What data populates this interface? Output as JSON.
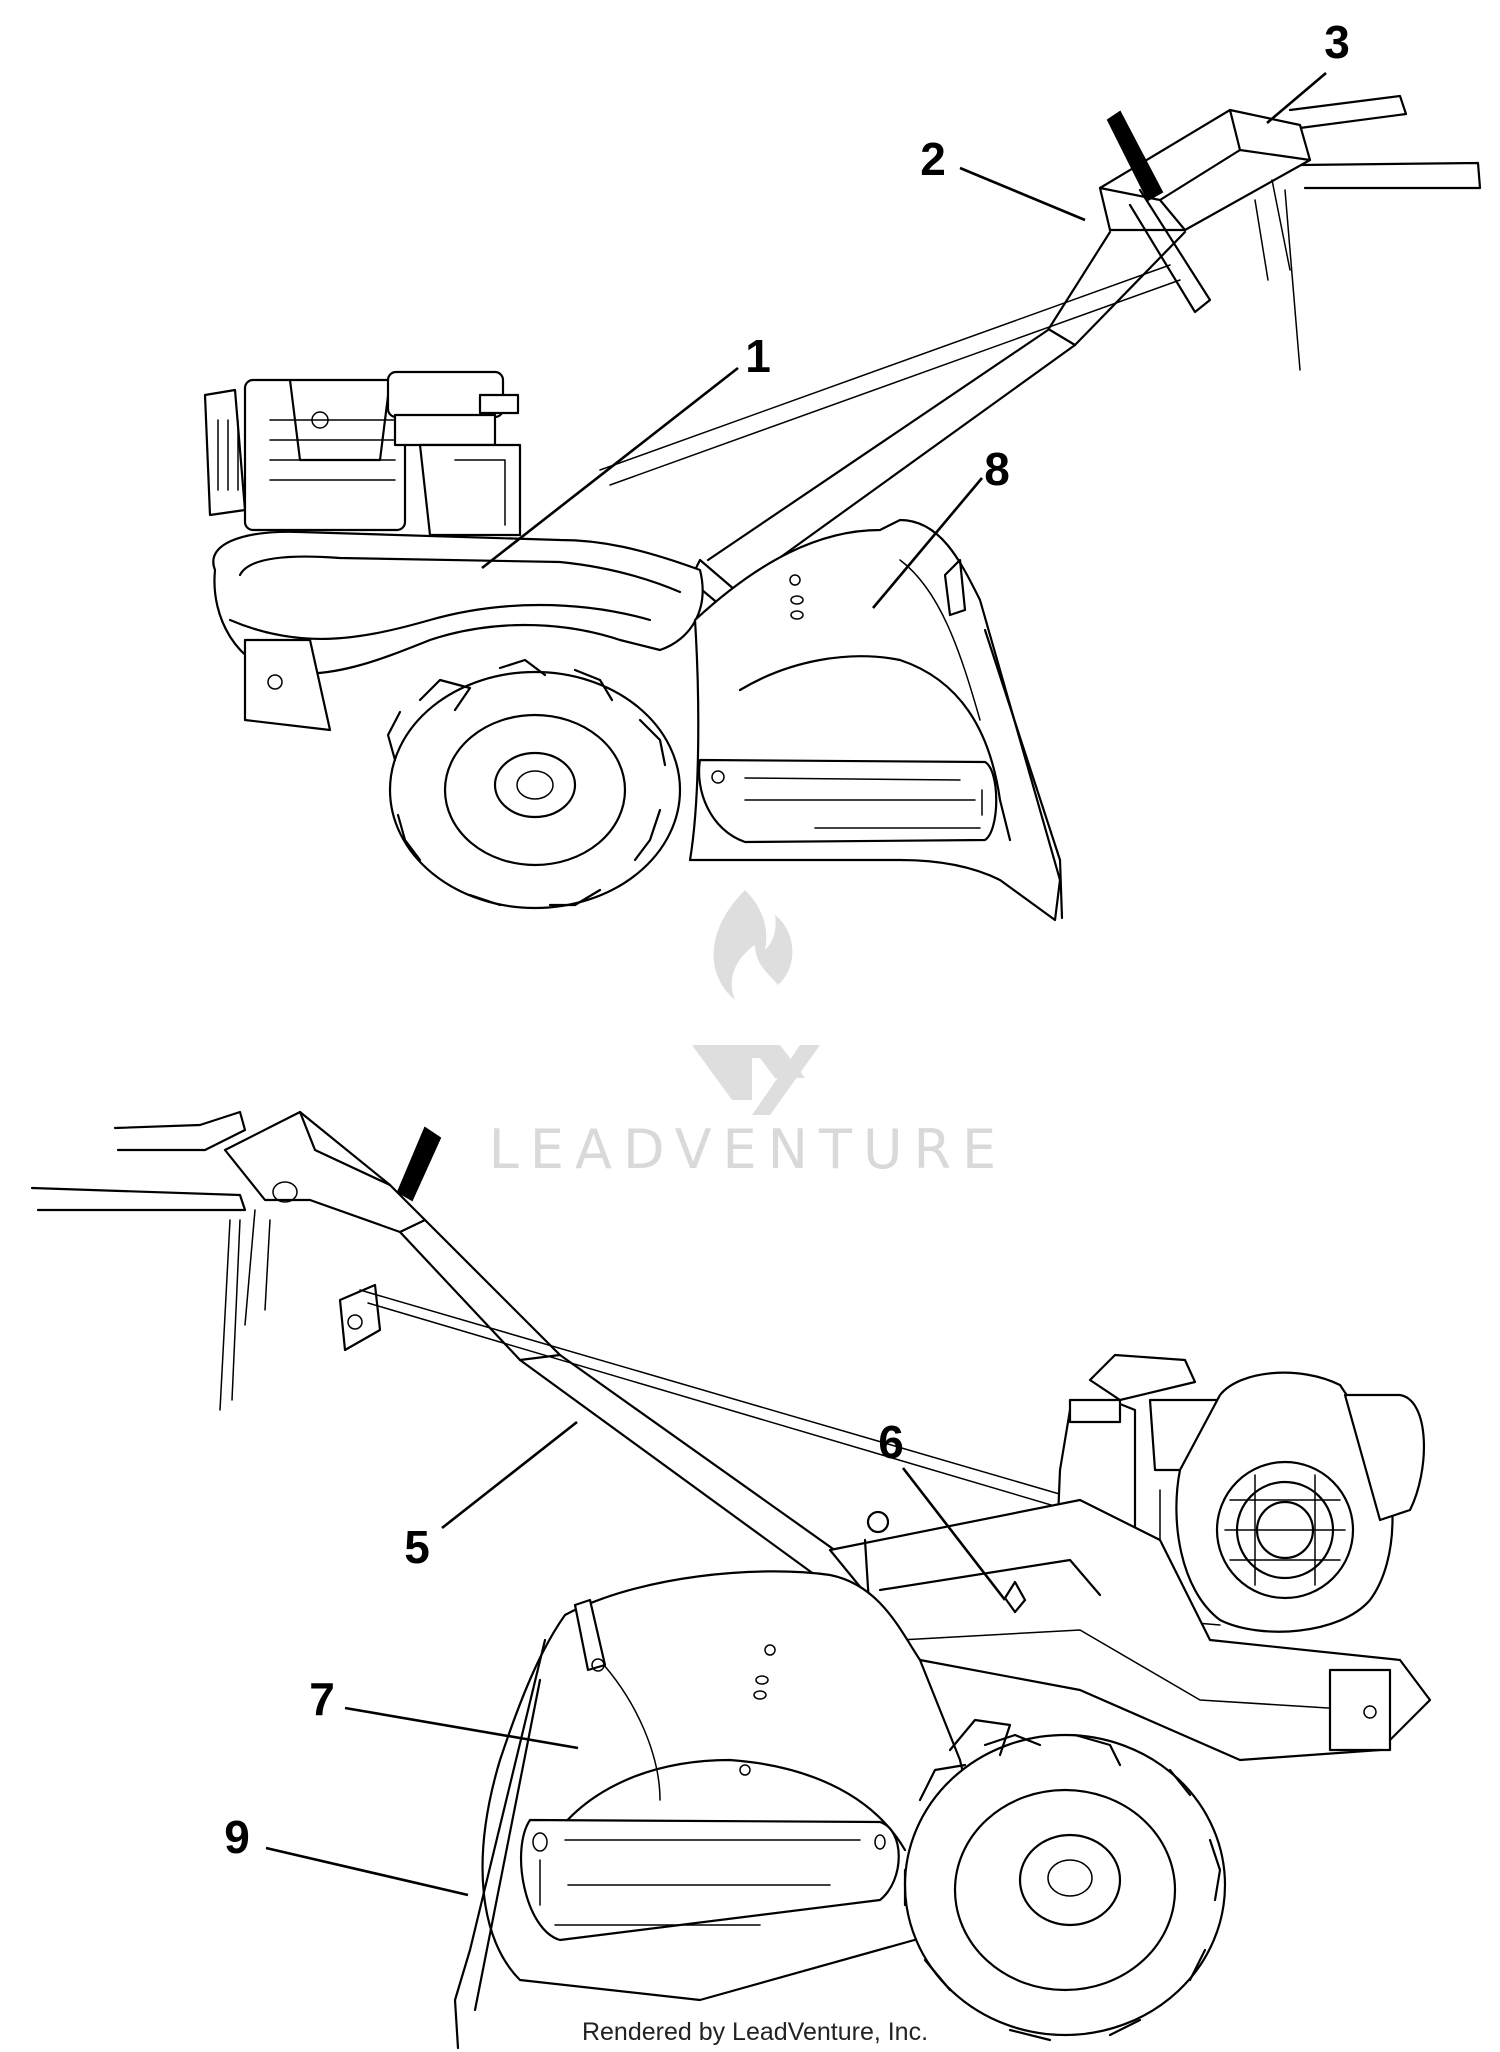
{
  "callouts": [
    {
      "id": "1",
      "label": "1"
    },
    {
      "id": "2",
      "label": "2"
    },
    {
      "id": "3",
      "label": "3"
    },
    {
      "id": "5",
      "label": "5"
    },
    {
      "id": "6",
      "label": "6"
    },
    {
      "id": "7",
      "label": "7"
    },
    {
      "id": "8",
      "label": "8"
    },
    {
      "id": "9",
      "label": "9"
    }
  ],
  "watermark": {
    "text": "LEADVENTURE"
  },
  "footer": {
    "text": "Rendered by LeadVenture, Inc."
  },
  "colors": {
    "line": "#000000",
    "watermark": "#d9d9d9",
    "background": "#ffffff"
  }
}
